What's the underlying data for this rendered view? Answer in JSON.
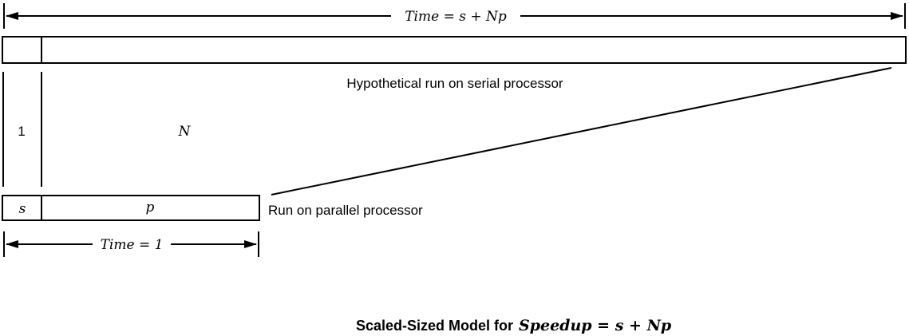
{
  "diagram": {
    "serial_time_label": "Time = s + Np",
    "serial_run_label": "Hypothetical run on serial processor",
    "one_label": "1",
    "n_label": "N",
    "s_label": "s",
    "p_label": "p",
    "parallel_run_label": "Run on parallel processor",
    "parallel_time_label": "Time = 1",
    "caption_prefix": "Scaled-Sized Model for",
    "caption_formula": "Speedup = s + Np"
  }
}
